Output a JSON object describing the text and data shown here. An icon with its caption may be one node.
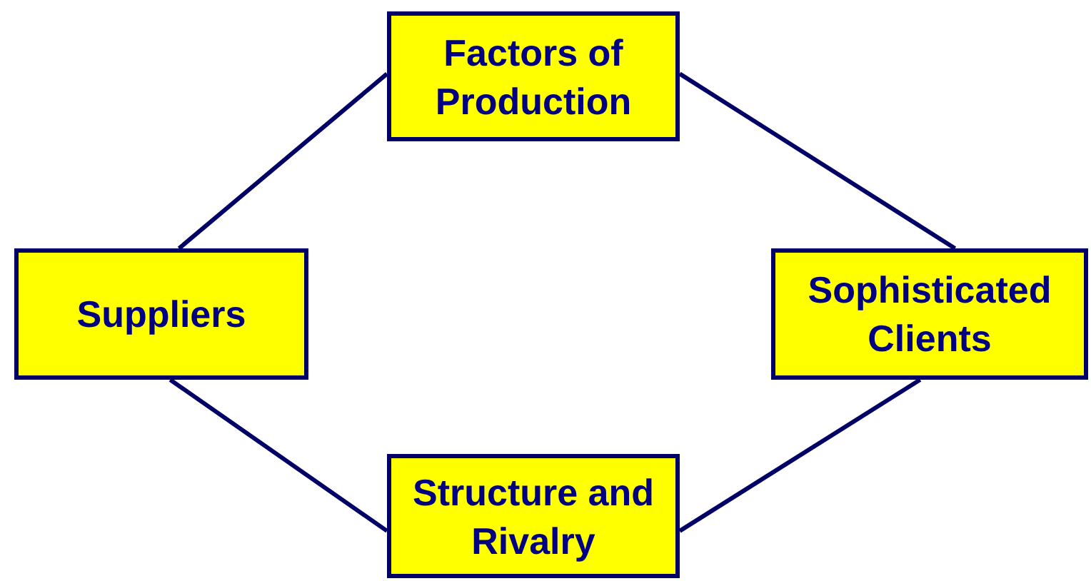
{
  "diagram": {
    "nodes": [
      {
        "text": [
          "Factors of Production"
        ]
      },
      {
        "text": [
          "Suppliers"
        ]
      },
      {
        "text": [
          "Sophisticated Clients"
        ]
      },
      {
        "text": [
          "Structure and Rivalry"
        ]
      }
    ],
    "edges": [
      {
        "from": 1,
        "to": 0,
        "arrow": "none"
      },
      {
        "from": 0,
        "to": 2,
        "arrow": "none"
      },
      {
        "from": 1,
        "to": 3,
        "arrow": "none"
      },
      {
        "from": 2,
        "to": 3,
        "arrow": "none"
      }
    ]
  }
}
